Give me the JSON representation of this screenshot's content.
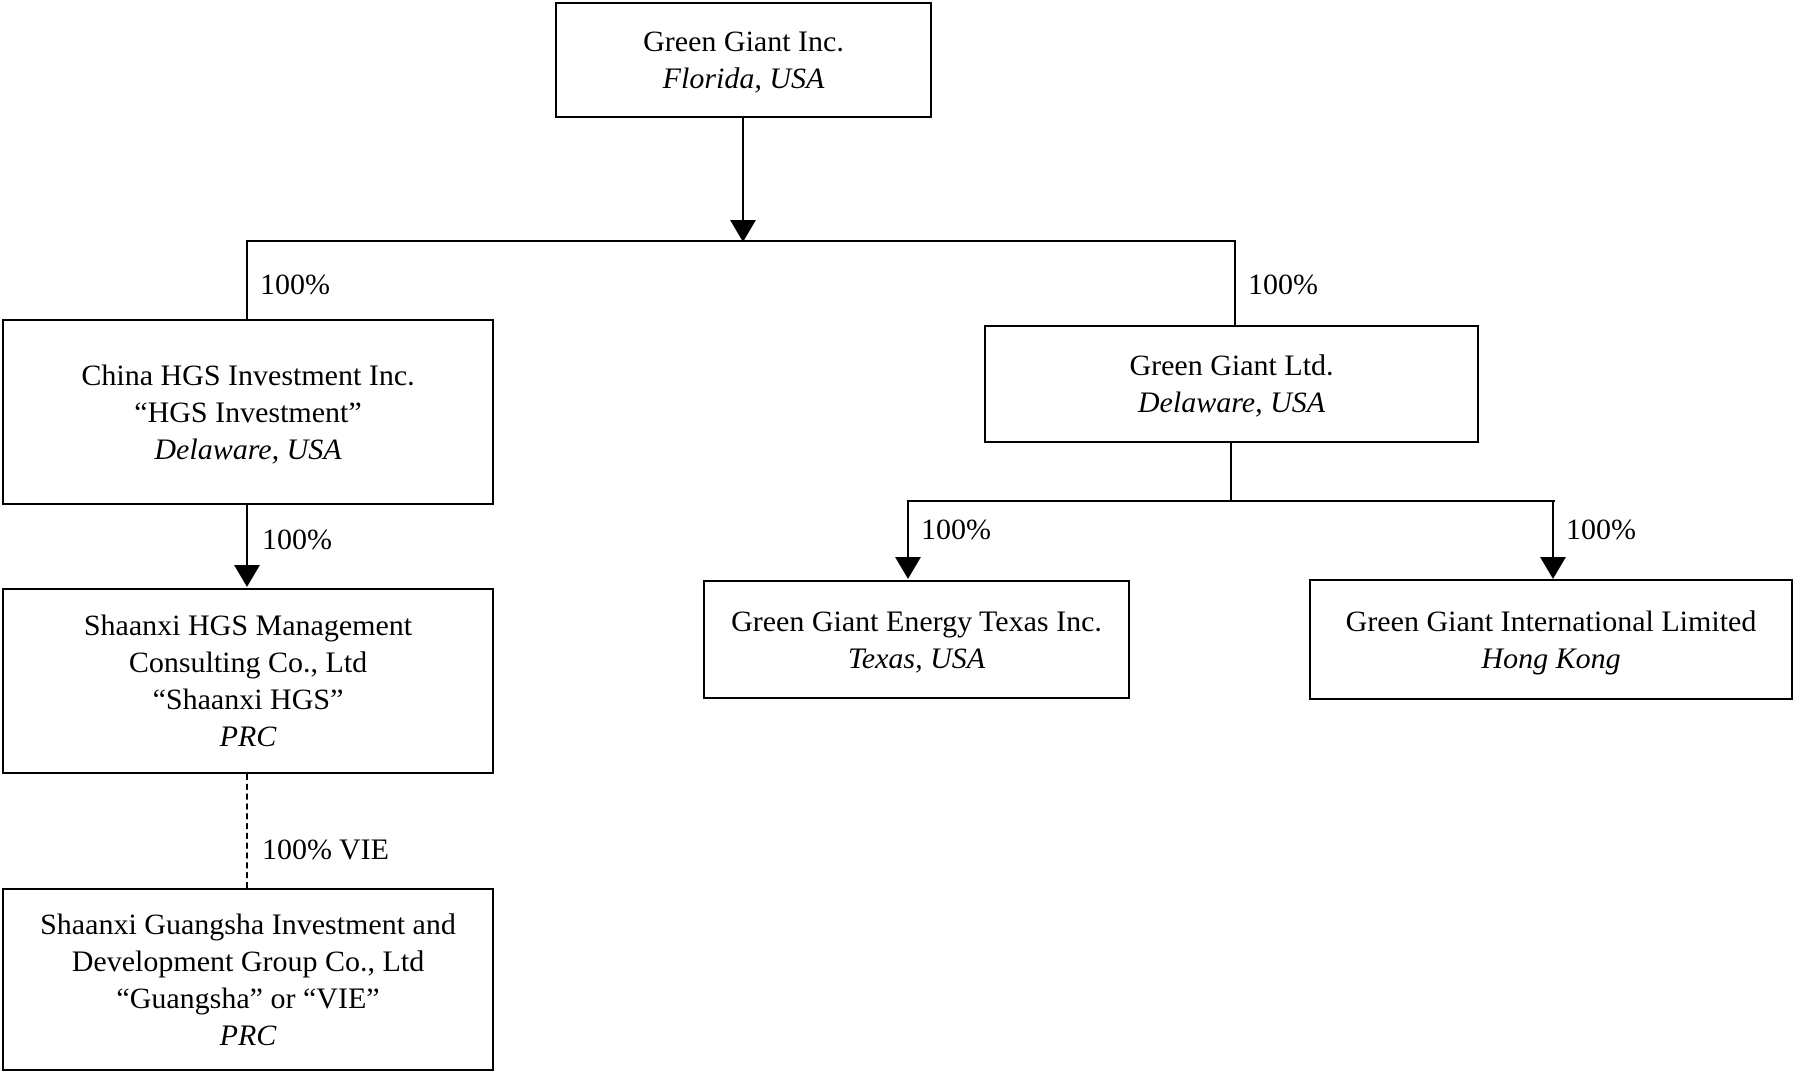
{
  "diagram": {
    "type": "corporate-structure-org-chart",
    "background_color": "#ffffff",
    "line_color": "#000000",
    "nodes": {
      "green_giant_inc": {
        "lines": [
          "Green Giant Inc.",
          "Florida, USA"
        ]
      },
      "china_hgs": {
        "lines": [
          "China HGS Investment Inc.",
          "“HGS Investment”",
          "Delaware, USA"
        ]
      },
      "shaanxi_hgs": {
        "lines": [
          "Shaanxi HGS Management",
          "Consulting Co., Ltd",
          "“Shaanxi HGS”",
          "PRC"
        ]
      },
      "guangsha_vie": {
        "lines": [
          "Shaanxi Guangsha Investment and",
          "Development Group Co., Ltd",
          "“Guangsha” or “VIE”",
          "PRC"
        ]
      },
      "green_giant_ltd": {
        "lines": [
          "Green Giant Ltd.",
          "Delaware, USA"
        ]
      },
      "gg_energy_texas": {
        "lines": [
          "Green Giant Energy Texas Inc.",
          "Texas, USA"
        ]
      },
      "gg_international": {
        "lines": [
          "Green Giant International Limited",
          "Hong Kong"
        ]
      }
    },
    "edges": {
      "inc_to_china_hgs": {
        "from": "Green Giant Inc.",
        "to": "China HGS Investment Inc.",
        "label": "100%",
        "style": "solid"
      },
      "inc_to_ltd": {
        "from": "Green Giant Inc.",
        "to": "Green Giant Ltd.",
        "label": "100%",
        "style": "solid"
      },
      "china_hgs_to_shaanxi": {
        "from": "China HGS Investment Inc.",
        "to": "Shaanxi HGS Management Consulting Co., Ltd",
        "label": "100%",
        "style": "solid-arrow"
      },
      "shaanxi_to_vie": {
        "from": "Shaanxi HGS Management Consulting Co., Ltd",
        "to": "Shaanxi Guangsha Investment and Development Group Co., Ltd",
        "label": "100% VIE",
        "style": "dotted"
      },
      "ltd_to_texas": {
        "from": "Green Giant Ltd.",
        "to": "Green Giant Energy Texas Inc.",
        "label": "100%",
        "style": "solid-arrow"
      },
      "ltd_to_international": {
        "from": "Green Giant Ltd.",
        "to": "Green Giant International Limited",
        "label": "100%",
        "style": "solid-arrow"
      }
    }
  }
}
